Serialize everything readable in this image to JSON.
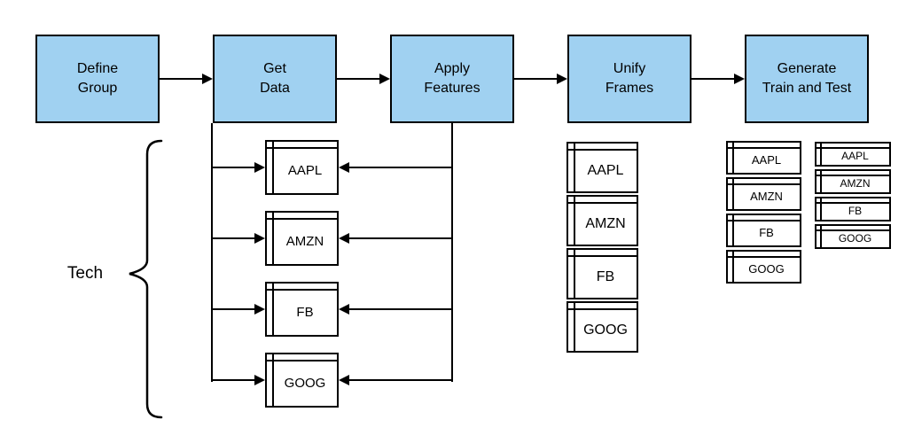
{
  "colors": {
    "box_fill": "#A0D1F1",
    "line": "#000000",
    "text": "#000000",
    "background": "#FFFFFF"
  },
  "pipeline_steps": [
    "Define\nGroup",
    "Get\nData",
    "Apply\nFeatures",
    "Unify\nFrames",
    "Generate\nTrain and Test"
  ],
  "group": {
    "label": "Tech",
    "tickers": [
      "AAPL",
      "AMZN",
      "FB",
      "GOOG"
    ]
  }
}
